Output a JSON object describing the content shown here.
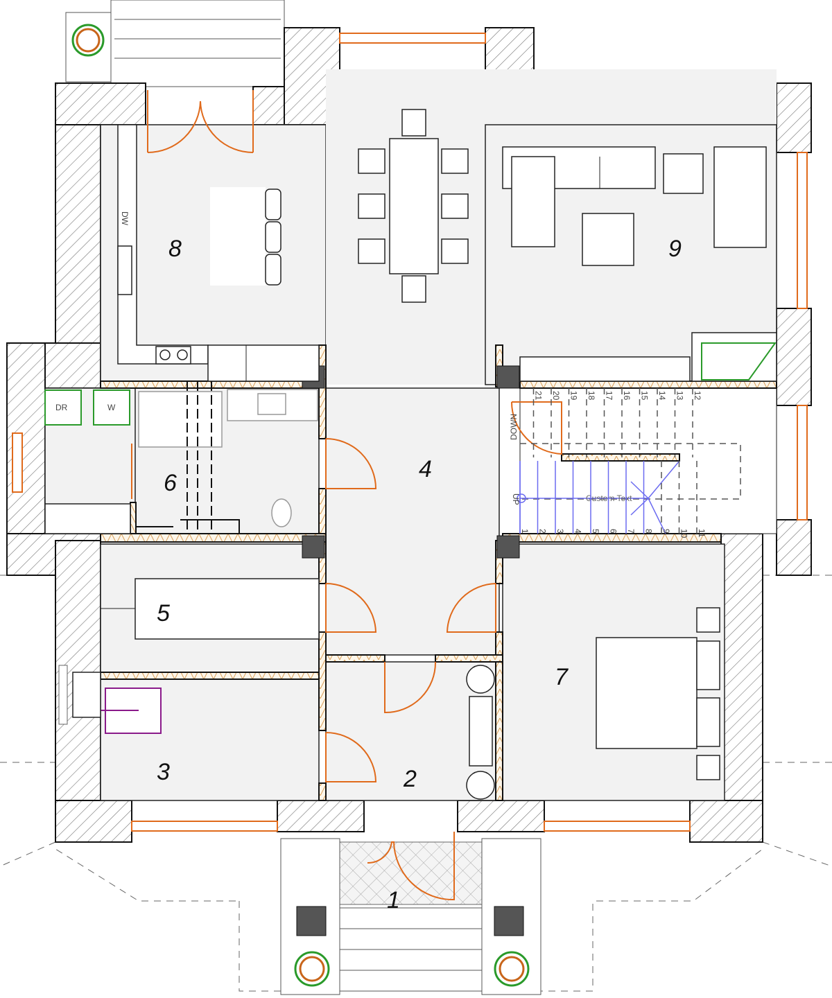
{
  "title": "Ground floor plan",
  "rooms": {
    "r1": "1",
    "r2": "2",
    "r3": "3",
    "r4": "4",
    "r5": "5",
    "r6": "6",
    "r7": "7",
    "r8": "8",
    "r9": "9"
  },
  "appliances": {
    "dryer": "DR",
    "washer": "W",
    "dishwasher": "DW"
  },
  "stairs": {
    "down_label": "DOWN",
    "up_label": "UP",
    "custom_text": "Custom Text",
    "lower_steps": [
      "1",
      "2",
      "3",
      "4",
      "5",
      "6",
      "7",
      "8",
      "9",
      "10",
      "11"
    ],
    "upper_steps": [
      "12",
      "13",
      "14",
      "15",
      "16",
      "17",
      "18",
      "19",
      "20",
      "21"
    ]
  },
  "colors": {
    "wall_hatch": "#777777",
    "door": "#e06a1b",
    "stair": "#6b6bf0",
    "room_fill": "#f2f2f2"
  }
}
